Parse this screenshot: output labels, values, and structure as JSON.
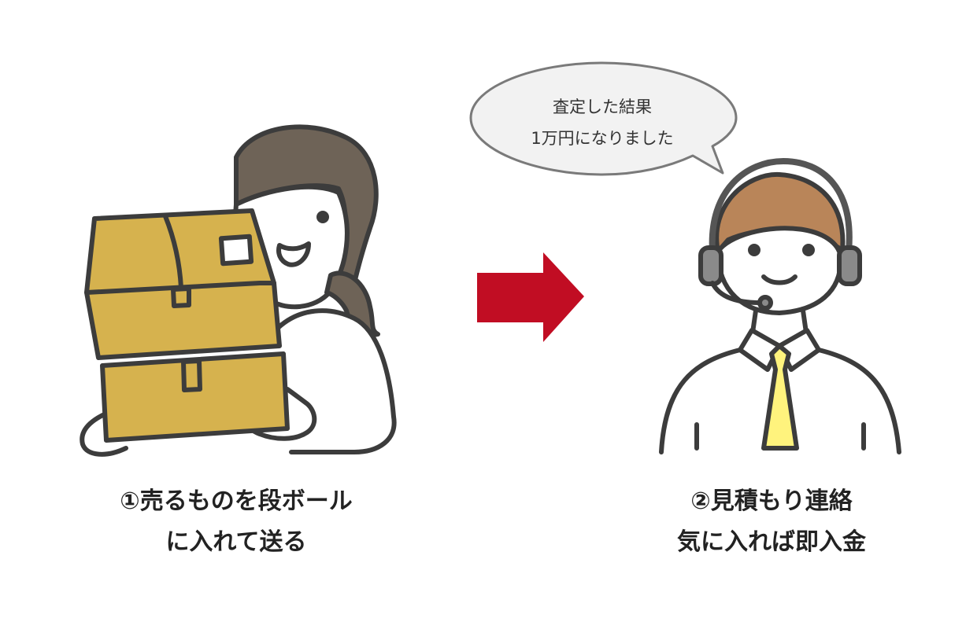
{
  "speech_bubble": {
    "line1": "査定した結果",
    "line2": "1万円になりました"
  },
  "step1": {
    "line1": "①売るものを段ボール",
    "line2": "に入れて送る"
  },
  "step2": {
    "line1": "②見積もり連絡",
    "line2": "気に入れば即入金"
  },
  "colors": {
    "arrow": "#c10d23",
    "box": "#d6b24e",
    "hair_woman": "#6e6357",
    "hair_man": "#b98559",
    "tie": "#fff37d",
    "outline": "#3c3c3c",
    "bubble_fill": "#f2f2f2"
  },
  "icons": [
    "woman-with-boxes-illustration",
    "right-arrow-icon",
    "operator-with-headset-illustration",
    "speech-bubble-icon"
  ]
}
